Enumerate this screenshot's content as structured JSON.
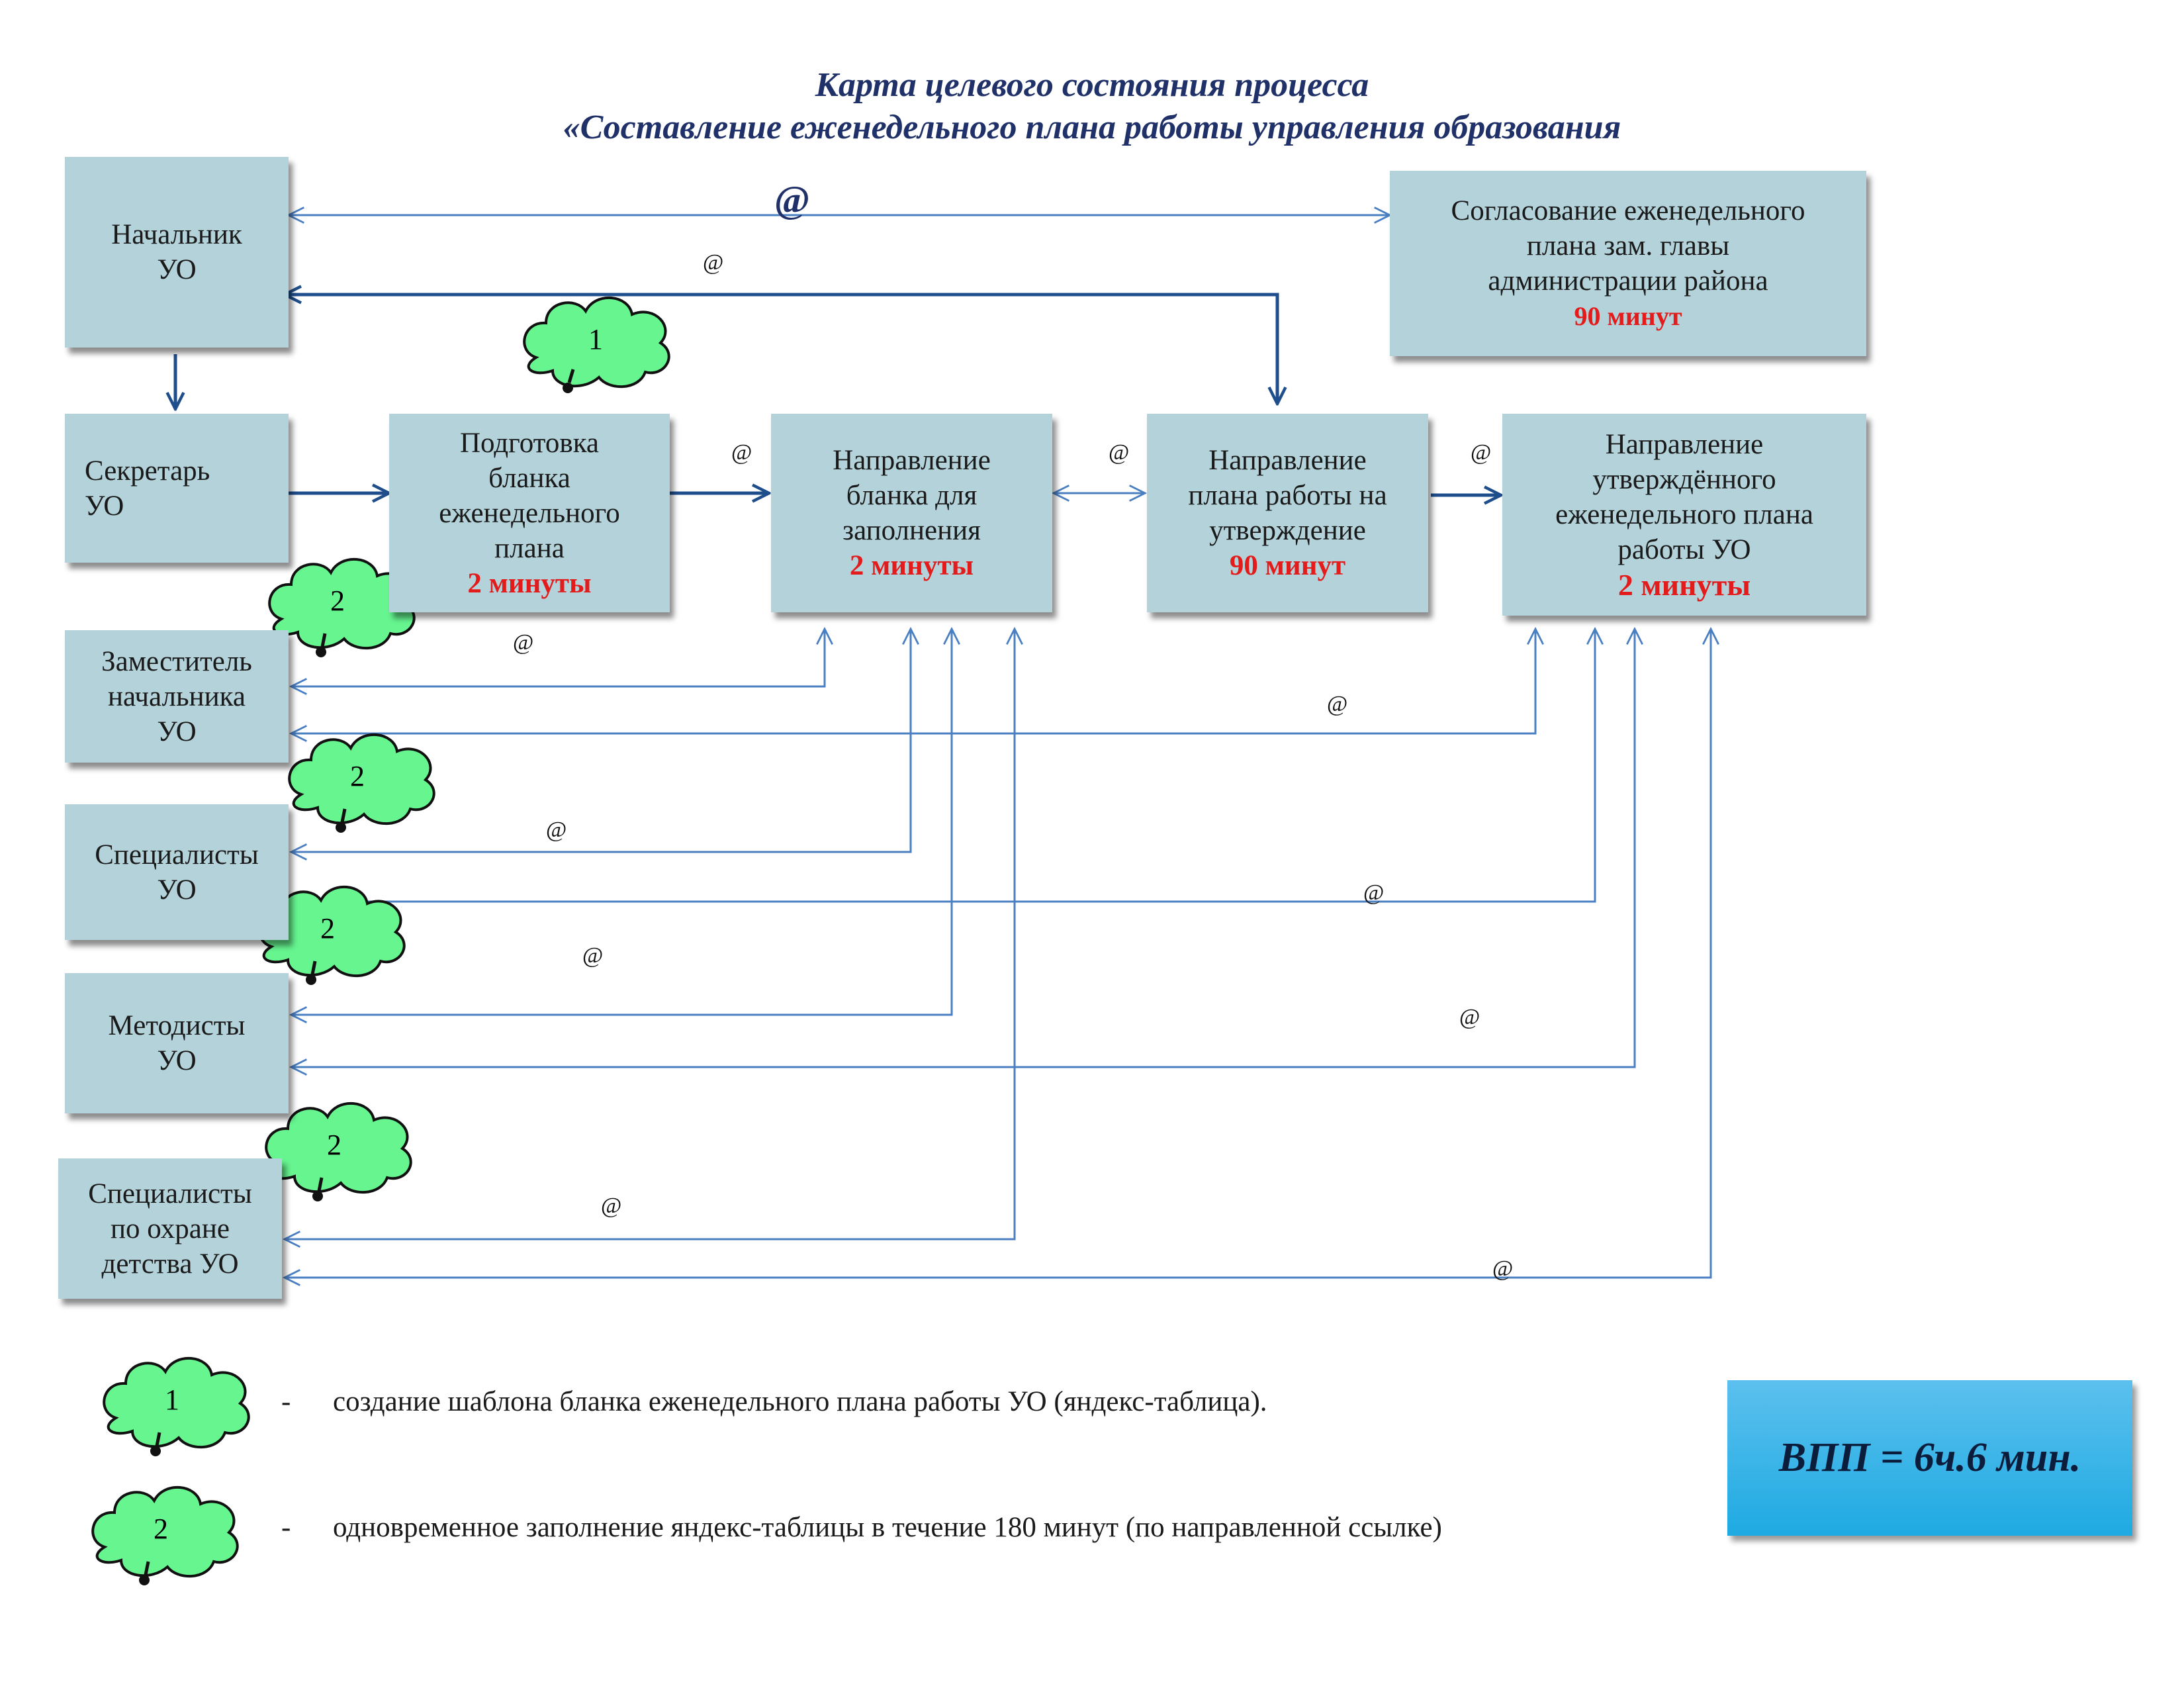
{
  "title": {
    "line1": "Карта целевого состояния процесса",
    "line2": "«Составление еженедельного плана работы управления образования"
  },
  "roles": {
    "head": "Начальник\nУО",
    "secretary": "Секретарь\nУО",
    "deputy": "Заместитель\nначальника\nУО",
    "specialists": "Специалисты\nУО",
    "methodists": "Методисты\nУО",
    "child_protection": "Специалисты\nпо охране\nдетства УО"
  },
  "steps": {
    "prepare": {
      "label": "Подготовка\nбланка\nеженедельного\nплана",
      "time": "2 минуты"
    },
    "send_form": {
      "label": "Направление\nбланка для\nзаполнения",
      "time": "2 минуты"
    },
    "send_approval": {
      "label": "Направление\nплана работы на\nутверждение",
      "time": "90 минут"
    },
    "send_approved": {
      "label": "Направление\nутверждённого\nеженедельного плана\nработы УО",
      "time": "2 минуты"
    },
    "agreement": {
      "label": "Согласование еженедельного\nплана зам. главы\nадминистрации района",
      "time": "90 минут"
    }
  },
  "email_symbol": "@",
  "cloud_labels": {
    "one": "1",
    "two": "2"
  },
  "legend": {
    "dash": "-",
    "item1": "создание шаблона бланка еженедельного плана работы УО (яндекс-таблица).",
    "item2": "одновременное заполнение яндекс-таблицы в течение 180 минут (по направленной ссылке)"
  },
  "vpp": "ВПП = 6ч.6 мин.",
  "colors": {
    "box": "#b3d2da",
    "arrow_dark": "#1f4e8c",
    "arrow_light": "#4a7fc1",
    "cloud": "#66f58f",
    "time": "#e31b1b"
  }
}
